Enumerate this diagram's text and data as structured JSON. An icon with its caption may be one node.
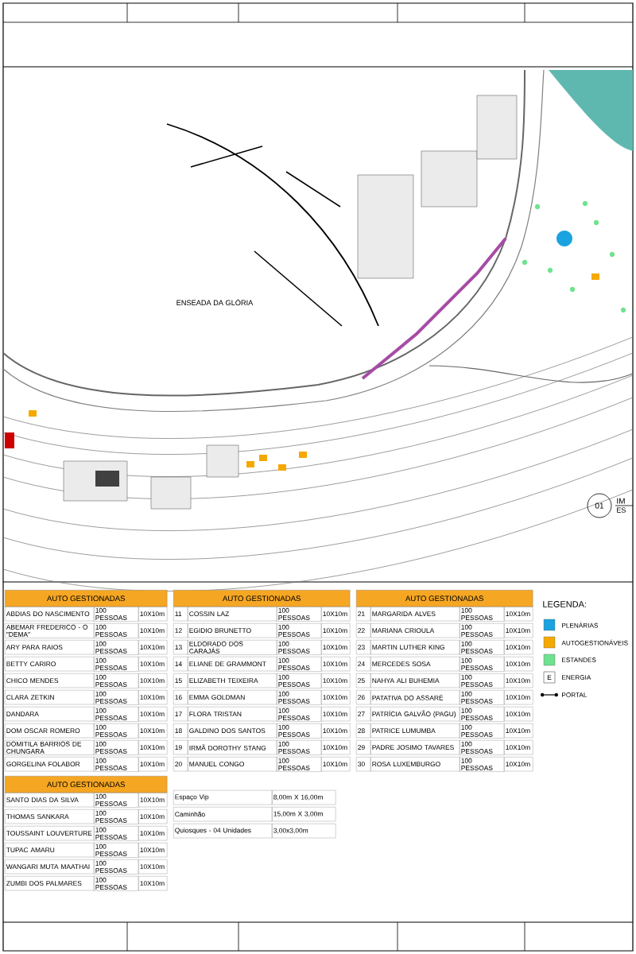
{
  "diagram": {
    "labels": [
      "ENSEADA DA GLÓRIA",
      "01",
      "IM",
      "ES",
      "AUTO GESTIONADAS",
      "ABDIAS DO NASCIMENTO",
      "100 PESSOAS",
      "10X10m",
      "ABEMAR FREDERICO - O \"DEMA\"",
      "100 PESSOAS",
      "10X10m",
      "ARY PARA RAIOS",
      "100 PESSOAS",
      "10X10m",
      "BETTY CARIRO",
      "100 PESSOAS",
      "10X10m",
      "CHICO MENDES",
      "100 PESSOAS",
      "10X10m",
      "CLARA ZETKIN",
      "100 PESSOAS",
      "10X10m",
      "DANDARA",
      "100 PESSOAS",
      "10X10m",
      "DOM OSCAR ROMERO",
      "100 PESSOAS",
      "10X10m",
      "DOMITILA BARRIOS DE CHUNGARA",
      "100 PESSOAS",
      "10X10m",
      "GORGELINA FOLABOR",
      "100 PESSOAS",
      "10X10m",
      "AUTO GESTIONADAS",
      "11",
      "COSSIN LAZ",
      "100 PESSOAS",
      "10X10m",
      "12",
      "EGIDIO BRUNETTO",
      "100 PESSOAS",
      "10X10m",
      "13",
      "ELDORADO DOS CARAJÁS",
      "100 PESSOAS",
      "10X10m",
      "14",
      "ELIANE DE GRAMMONT",
      "100 PESSOAS",
      "10X10m",
      "15",
      "ELIZABETH TEIXEIRA",
      "100 PESSOAS",
      "10X10m",
      "16",
      "EMMA GOLDMAN",
      "100 PESSOAS",
      "10X10m",
      "17",
      "FLORA TRISTAN",
      "100 PESSOAS",
      "10X10m",
      "18",
      "GALDINO DOS SANTOS",
      "100 PESSOAS",
      "10X10m",
      "19",
      "IRMÃ DOROTHY STANG",
      "100 PESSOAS",
      "10X10m",
      "20",
      "MANUEL CONGO",
      "100 PESSOAS",
      "10X10m",
      "AUTO GESTIONADAS",
      "21",
      "MARGARIDA ALVES",
      "100 PESSOAS",
      "10X10m",
      "22",
      "MARIANA CRIOULA",
      "100 PESSOAS",
      "10X10m",
      "23",
      "MARTIN LUTHER KING",
      "100 PESSOAS",
      "10X10m",
      "24",
      "MERCEDES SOSA",
      "100 PESSOAS",
      "10X10m",
      "25",
      "NAHYA ALI BUHEMIA",
      "100 PESSOAS",
      "10X10m",
      "26",
      "PATATIVA DO ASSARÉ",
      "100 PESSOAS",
      "10X10m",
      "27",
      "PATRÍCIA GALVÃO (PAGU)",
      "100 PESSOAS",
      "10X10m",
      "28",
      "PATRICE LUMUMBA",
      "100 PESSOAS",
      "10X10m",
      "29",
      "PADRE JOSIMO TAVARES",
      "100 PESSOAS",
      "10X10m",
      "30",
      "ROSA LUXEMBURGO",
      "100 PESSOAS",
      "10X10m",
      "AUTO GESTIONADAS",
      "SANTO DIAS DA SILVA",
      "100 PESSOAS",
      "10X10m",
      "THOMAS SANKARA",
      "100 PESSOAS",
      "10X10m",
      "TOUSSAINT LOUVERTURE",
      "100 PESSOAS",
      "10X10m",
      "TUPAC AMARU",
      "100 PESSOAS",
      "10X10m",
      "WANGARI MUTA MAATHAI",
      "100 PESSOAS",
      "10X10m",
      "ZUMBI DOS PALMARES",
      "100 PESSOAS",
      "10X10m",
      "Espaço Vip",
      "8,00m X 16,00m",
      "Caminhão",
      "15,00m X 3,00m",
      "Quiosques - 04 Unidades",
      "3,00x3,00m",
      "LEGENDA:",
      "E"
    ],
    "legend": [
      {
        "text": "PLENÁRIAS",
        "color": "#1aa3e0"
      },
      {
        "text": "AUTOGESTIONÁVEIS",
        "color": "#f5a800"
      },
      {
        "text": "ESTANDES",
        "color": "#6fe28f"
      },
      {
        "text": "ENERGIA"
      },
      {
        "text": "PORTAL"
      }
    ]
  }
}
